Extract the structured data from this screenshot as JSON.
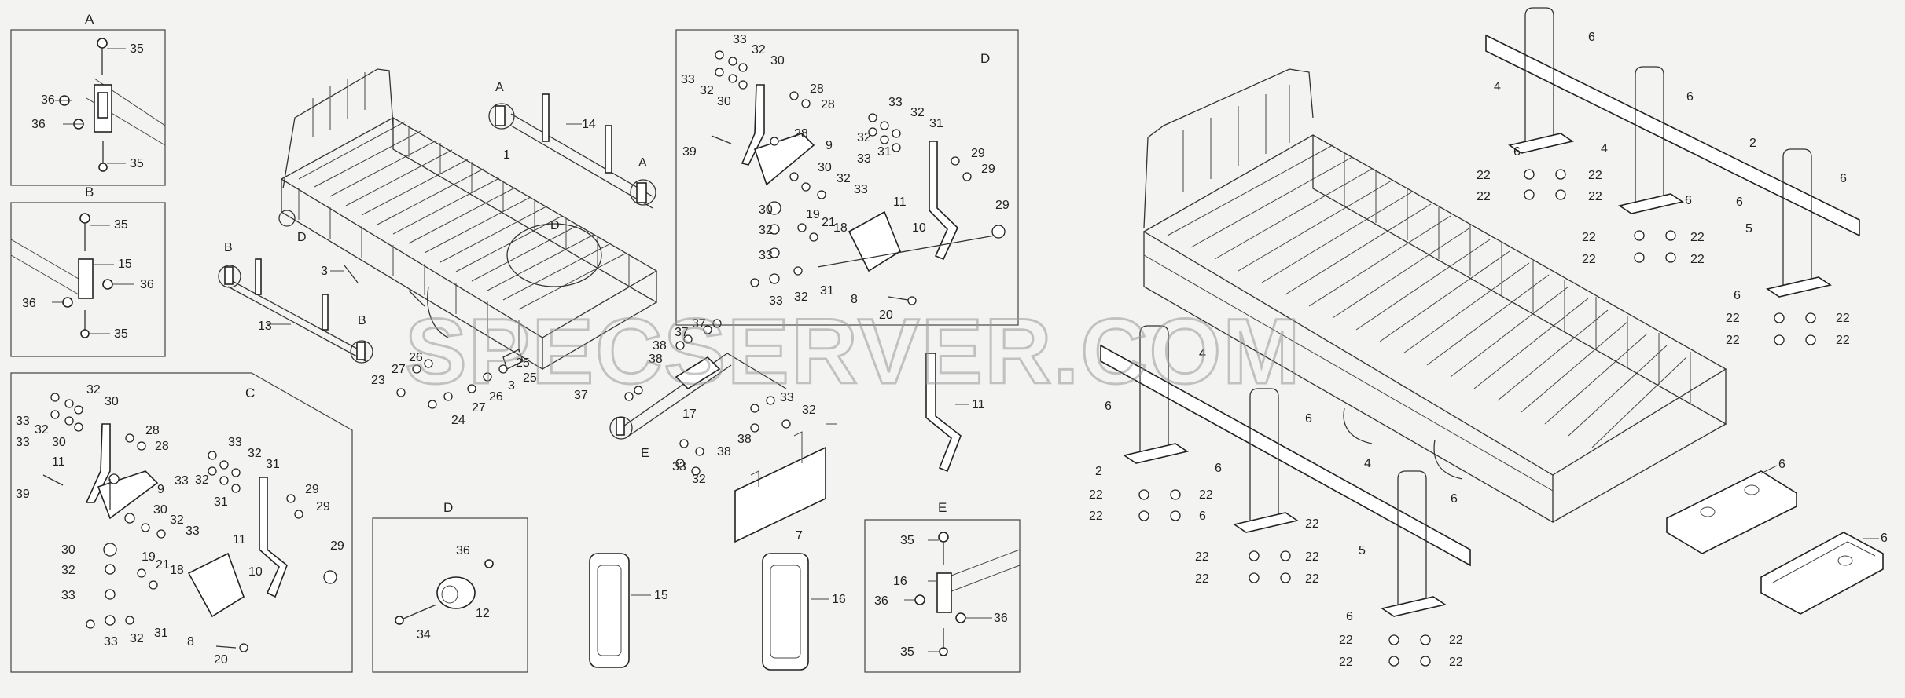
{
  "watermark": "SPECSERVER.COM",
  "detail_boxes": [
    {
      "id": "A",
      "label": "A"
    },
    {
      "id": "B",
      "label": "B"
    },
    {
      "id": "C",
      "label": "C"
    },
    {
      "id": "D_upper",
      "label": "D"
    },
    {
      "id": "D_lower",
      "label": "D"
    },
    {
      "id": "E",
      "label": "E"
    }
  ],
  "circle_markers": {
    "A1": "A",
    "A2": "A",
    "B1": "B",
    "B2": "B",
    "D": "D",
    "E": "E",
    "Dbody": "D"
  },
  "callouts": {
    "A": [
      "35",
      "36",
      "36",
      "35"
    ],
    "B": [
      "35",
      "15",
      "36",
      "36",
      "35"
    ],
    "C": [
      "33",
      "32",
      "30",
      "33",
      "32",
      "30",
      "28",
      "28",
      "11",
      "39",
      "9",
      "30",
      "32",
      "33",
      "33",
      "32",
      "31",
      "32",
      "31",
      "33",
      "29",
      "29",
      "11",
      "30",
      "32",
      "33",
      "19",
      "21",
      "18",
      "10",
      "29",
      "31",
      "33",
      "32",
      "8",
      "20"
    ],
    "D_upper": [
      "33",
      "32",
      "30",
      "33",
      "32",
      "30",
      "28",
      "28",
      "39",
      "28",
      "9",
      "30",
      "32",
      "33",
      "30",
      "32",
      "33",
      "19",
      "21",
      "18",
      "10",
      "33",
      "32",
      "31",
      "32",
      "31",
      "33",
      "29",
      "29",
      "11",
      "29",
      "31",
      "33",
      "32",
      "8",
      "20"
    ],
    "D_lower": [
      "36",
      "12",
      "34"
    ],
    "E": [
      "35",
      "16",
      "36",
      "36",
      "35"
    ],
    "middle": [
      "1",
      "14",
      "3",
      "13",
      "26",
      "27",
      "23",
      "25",
      "25",
      "24",
      "27",
      "26",
      "3",
      "37",
      "37",
      "38",
      "38",
      "17",
      "37",
      "33",
      "32",
      "38",
      "33",
      "38",
      "32",
      "7",
      "11",
      "15",
      "16"
    ],
    "right": [
      "6",
      "4",
      "6",
      "2",
      "6",
      "4",
      "6",
      "22",
      "22",
      "22",
      "22",
      "6",
      "22",
      "22",
      "22",
      "22",
      "5",
      "6",
      "22",
      "22",
      "22",
      "22",
      "6",
      "4",
      "6",
      "6",
      "2",
      "4",
      "6",
      "22",
      "22",
      "22",
      "22",
      "6",
      "22",
      "22",
      "22",
      "22",
      "5",
      "6",
      "22",
      "22",
      "22",
      "22",
      "6",
      "6"
    ]
  }
}
